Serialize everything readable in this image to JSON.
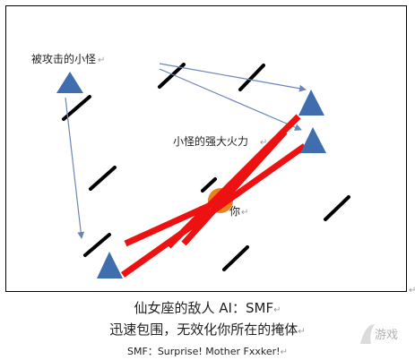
{
  "labels": {
    "attacked_minion": "被攻击的小怪",
    "strong_fire": "小怪的强大火力",
    "you": "你",
    "paragraph_mark": "↵"
  },
  "caption": {
    "line1": "仙女座的敌人 AI：SMF",
    "line2": "迅速包围，无效化你所在的掩体",
    "line3": "SMF：Surprise! Mother Fxxker!"
  },
  "watermark": {
    "text": "游戏"
  },
  "colors": {
    "enemy_triangle": "#3f6dad",
    "arrow": "#6a86b8",
    "fire_beam": "#ee1111",
    "player": "#e8821e",
    "cover": "#000000"
  },
  "icons": {
    "enemy": "blue-triangle",
    "player": "orange-circle",
    "cover": "black-bar"
  }
}
